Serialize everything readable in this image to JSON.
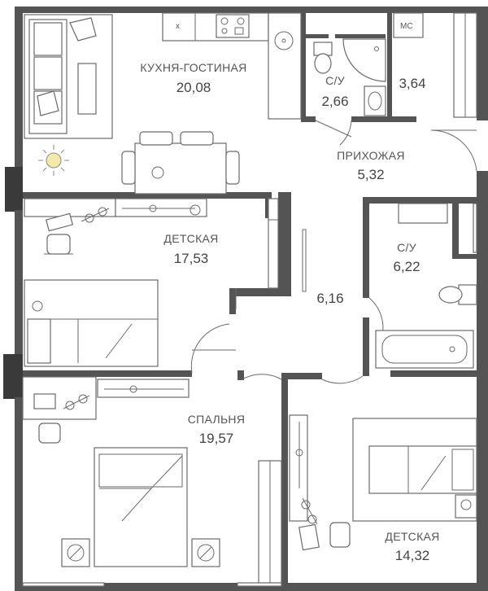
{
  "rooms": {
    "kitchen": {
      "name": "КУХНЯ-ГОСТИНАЯ",
      "area": "20,08"
    },
    "bath1": {
      "name": "С/У",
      "area": "2,66"
    },
    "closet": {
      "area": "3,64"
    },
    "hall": {
      "name": "ПРИХОЖАЯ",
      "area": "5,32"
    },
    "kids1": {
      "name": "ДЕТСКАЯ",
      "area": "17,53"
    },
    "bath2": {
      "name": "С/У",
      "area": "6,22"
    },
    "corridor": {
      "area": "6,16"
    },
    "bedroom": {
      "name": "СПАЛЬНЯ",
      "area": "19,57"
    },
    "kids2": {
      "name": "ДЕТСКАЯ",
      "area": "14,32"
    }
  },
  "fixtures": {
    "stove_label": "x",
    "mc_label": "МС"
  },
  "colors": {
    "wall": "#545454",
    "line": "#6a6a6a",
    "light": "#f4e9a8"
  }
}
